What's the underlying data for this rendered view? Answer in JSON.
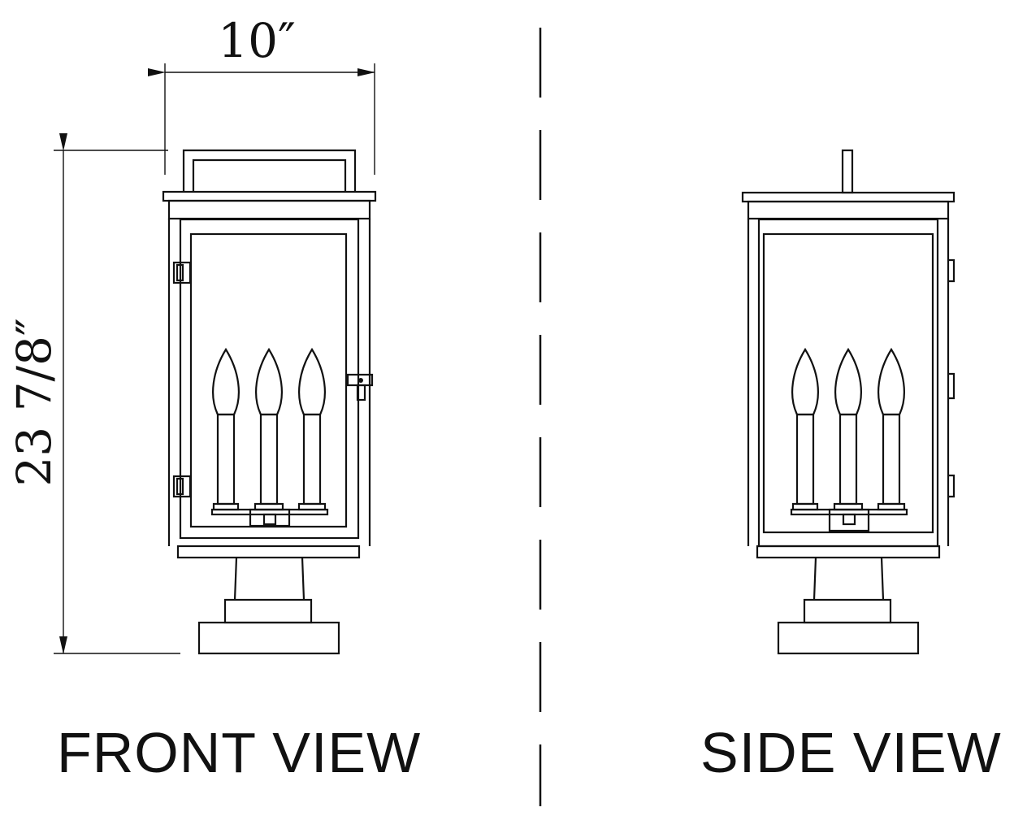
{
  "dimensions": {
    "width": "10″",
    "height": "23  7/8″"
  },
  "views": {
    "front_label": "FRONT VIEW",
    "side_label": "SIDE VIEW"
  },
  "colors": {
    "line": "#111111",
    "background": "#ffffff"
  }
}
